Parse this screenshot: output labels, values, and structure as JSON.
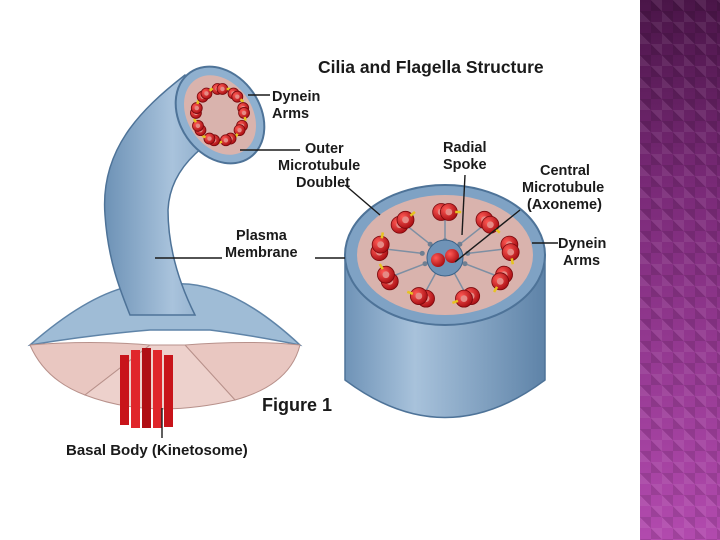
{
  "title": "Cilia and Flagella Structure",
  "figure_caption": "Figure 1",
  "labels": {
    "dynein_arms_top": [
      "Dynein",
      "Arms"
    ],
    "outer_doublet": [
      "Outer",
      "Microtubule",
      "Doublet"
    ],
    "plasma_membrane": [
      "Plasma",
      "Membrane"
    ],
    "radial_spoke": [
      "Radial",
      "Spoke"
    ],
    "central_microtubule": [
      "Central",
      "Microtubule",
      "(Axoneme)"
    ],
    "dynein_arms_right": [
      "Dynein",
      "Arms"
    ],
    "basal_body": "Basal Body (Kinetosome)"
  },
  "colors": {
    "membrane": "#8fb0cf",
    "membrane_dark": "#5f84a8",
    "cytoplasm": "#d9b3ad",
    "microtubule": "#d0161c",
    "dynein": "#e6c420",
    "side_band": "#8a2f86"
  }
}
